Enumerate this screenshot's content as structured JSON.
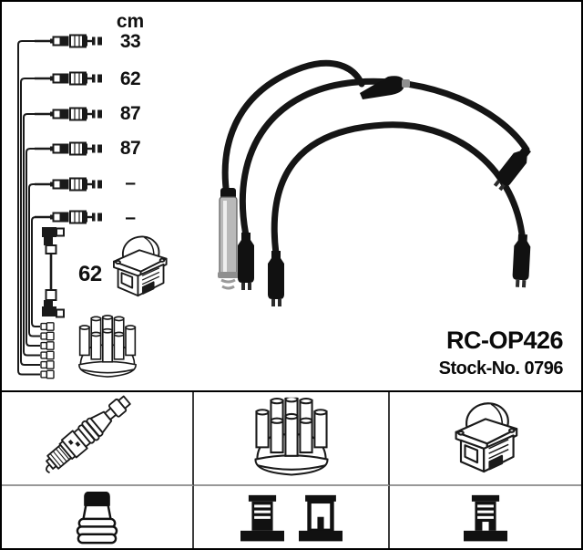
{
  "product": {
    "code": "RC-OP426",
    "stock_label": "Stock-No. 0796"
  },
  "diagram": {
    "unit_header": "cm",
    "cable_lengths": [
      "33",
      "62",
      "87",
      "87",
      "–",
      "–"
    ],
    "coil_wire_length": "62",
    "parts": {
      "cable_rows": "spark-plug-cables-with-connectors",
      "vertical_cable": "coil-to-distributor-cable",
      "coil": "ignition-coil-drawing",
      "cap": "distributor-cap-drawing",
      "photo": "three-ignition-leads-photo"
    }
  },
  "legend": {
    "row1_icons": [
      "spark-plug",
      "distributor-cap",
      "ignition-coil"
    ],
    "row2_icons": [
      "spark-plug-boot",
      "distributor-terminal",
      "distributor-terminal-open",
      "coil-terminal"
    ]
  },
  "colors": {
    "line_art": "#1a1a1a",
    "cable_black": "#151515",
    "silver_boot": "#b9b9b9",
    "background": "#ffffff",
    "border": "#000000"
  }
}
